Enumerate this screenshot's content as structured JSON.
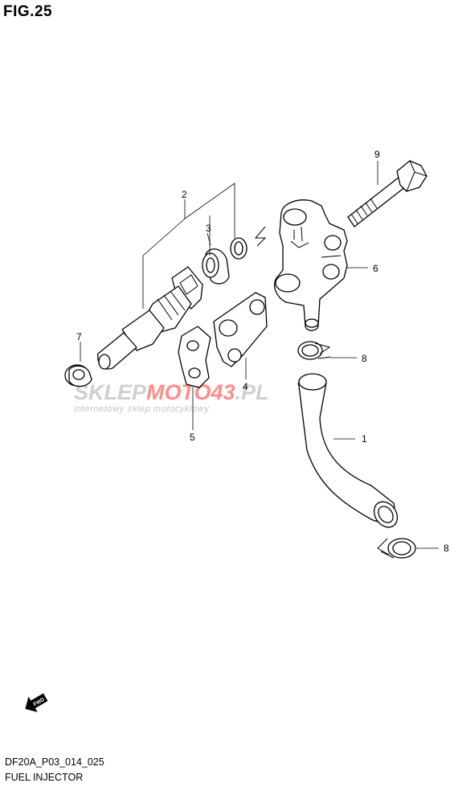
{
  "figure": {
    "title": "FIG.25"
  },
  "footer": {
    "code": "DF20A_P03_014_025",
    "caption": "FUEL INJECTOR"
  },
  "callouts": [
    "1",
    "2",
    "3",
    "4",
    "5",
    "6",
    "7",
    "8",
    "8",
    "9"
  ],
  "watermark": {
    "brand_a": "SKLEP",
    "brand_b": "MOTO",
    "brand_c": "43",
    "brand_d": ".PL",
    "tagline": "internetowy sklep motocyklowy",
    "colors": {
      "grey": "#c8c8c8",
      "red": "#ff6e6e"
    }
  },
  "fwd_label": "FWD"
}
